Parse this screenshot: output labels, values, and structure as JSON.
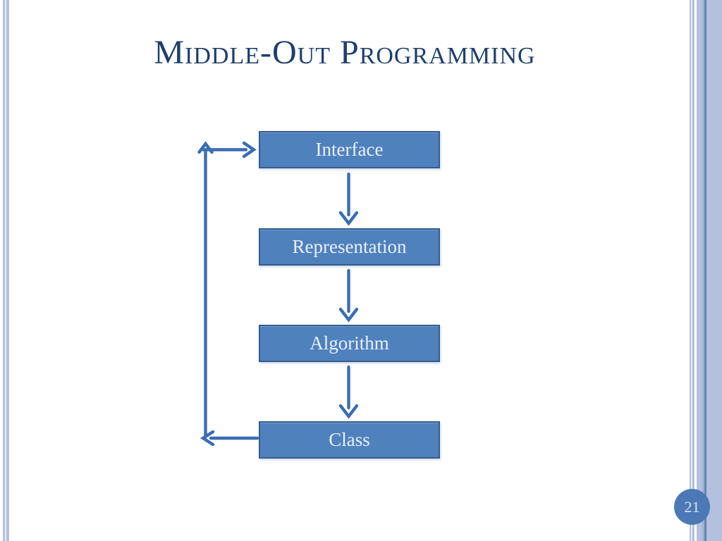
{
  "slide": {
    "title": "Middle-Out Programming",
    "page_number": "21",
    "background": "#FFFFFF"
  },
  "flowchart": {
    "boxes": [
      {
        "label": "Interface"
      },
      {
        "label": "Representation"
      },
      {
        "label": "Algorithm"
      },
      {
        "label": "Class"
      }
    ],
    "connections": [
      {
        "from": "Interface",
        "to": "Representation",
        "direction": "down"
      },
      {
        "from": "Representation",
        "to": "Algorithm",
        "direction": "down"
      },
      {
        "from": "Algorithm",
        "to": "Class",
        "direction": "down"
      },
      {
        "from": "Class",
        "to": "Interface",
        "direction": "loop-back-left"
      }
    ]
  },
  "colors": {
    "title_text": "#1F3F6B",
    "box_fill": "#4F81BD",
    "box_border": "#335E90",
    "box_text": "#E9F0F8",
    "arrow": "#3B6DB3",
    "stripe_light": "#B3C1DE",
    "stripe_dark_line": "#6884AD",
    "page_badge_fill": "#4C79B6",
    "page_badge_text": "#D7E2F1"
  }
}
